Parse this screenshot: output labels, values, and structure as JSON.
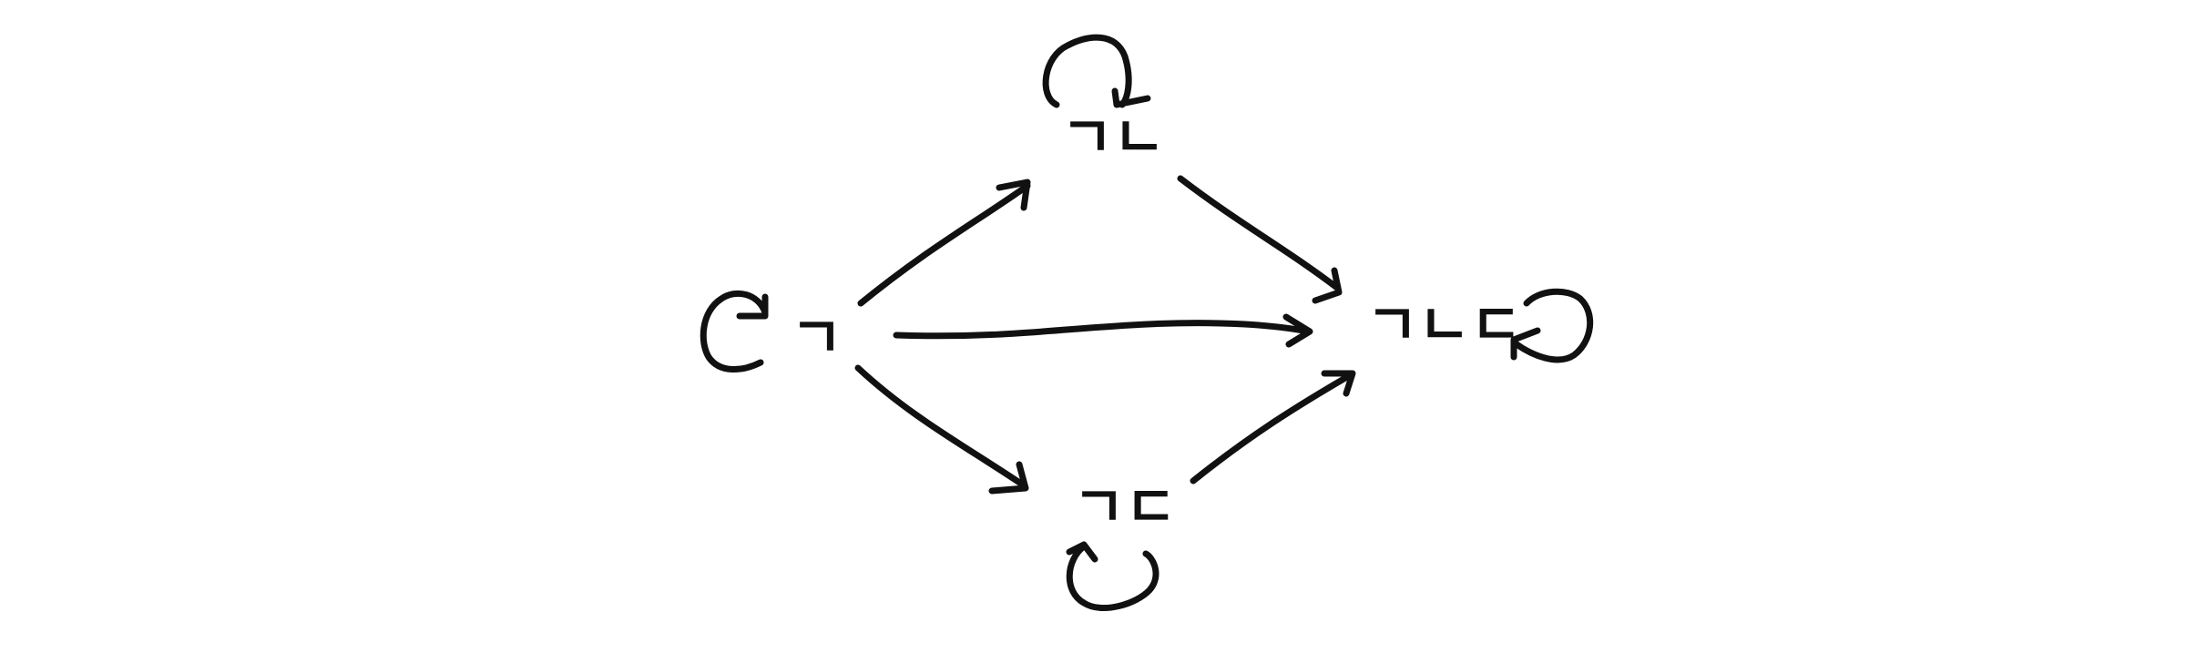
{
  "diagram": {
    "stroke_color": "#111111",
    "background": "#ffffff",
    "nodes": [
      {
        "id": "n1",
        "label": "ㄱ"
      },
      {
        "id": "n2",
        "label": "ㄱㄴ"
      },
      {
        "id": "n3",
        "label": "ㄱㄷ"
      },
      {
        "id": "n4",
        "label": "ㄱㄴㄷ"
      }
    ],
    "edges": [
      {
        "from": "n1",
        "to": "n2"
      },
      {
        "from": "n1",
        "to": "n4"
      },
      {
        "from": "n1",
        "to": "n3"
      },
      {
        "from": "n2",
        "to": "n4"
      },
      {
        "from": "n3",
        "to": "n4"
      }
    ],
    "self_loops": [
      "n1",
      "n2",
      "n3",
      "n4"
    ]
  }
}
